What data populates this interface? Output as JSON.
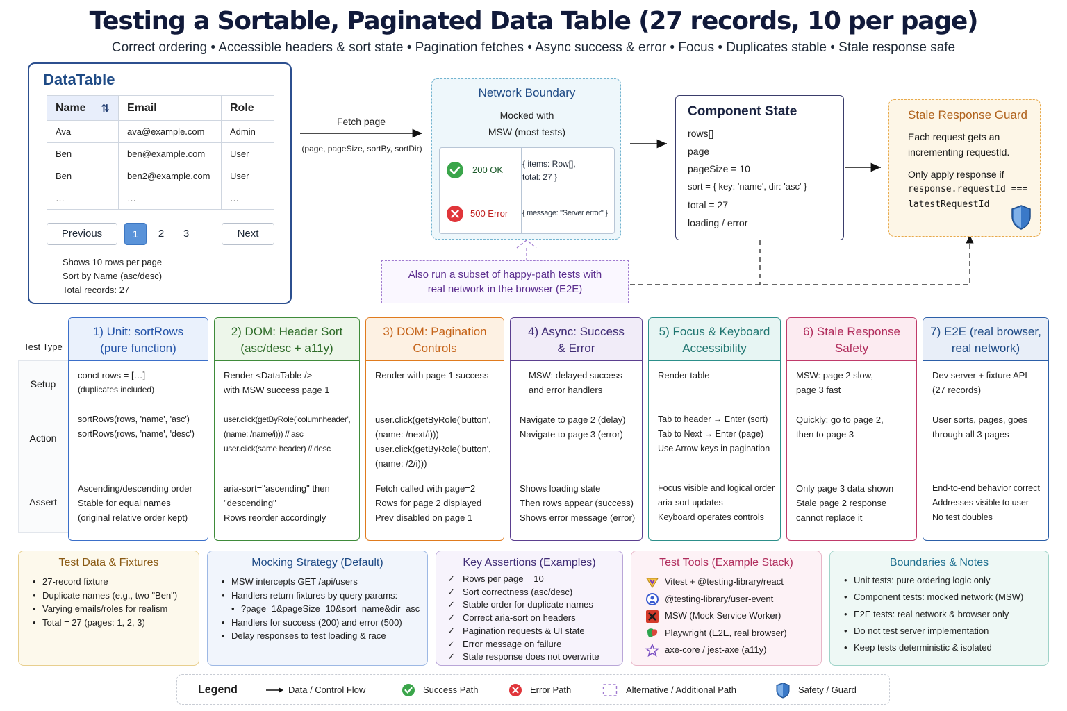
{
  "title": "Testing a Sortable, Paginated Data Table (27 records, 10 per page)",
  "subtitle": "Correct ordering • Accessible headers & sort state • Pagination fetches • Async success & error • Focus • Duplicates stable • Stale response safe",
  "datatable": {
    "title": "DataTable",
    "headers": [
      "Name",
      "Email",
      "Role"
    ],
    "rows": [
      [
        "Ava",
        "ava@example.com",
        "Admin"
      ],
      [
        "Ben",
        "ben@example.com",
        "User"
      ],
      [
        "Ben",
        "ben2@example.com",
        "User"
      ],
      [
        "…",
        "…",
        "…"
      ]
    ],
    "pagination": {
      "prev": "Previous",
      "pages": [
        "1",
        "2",
        "3"
      ],
      "next": "Next"
    },
    "notes": [
      "Shows 10 rows per page",
      "Sort by Name (asc/desc)",
      "Total records: 27"
    ]
  },
  "fetch": {
    "label": "Fetch page",
    "params": "(page, pageSize, sortBy, sortDir)"
  },
  "network": {
    "title": "Network Boundary",
    "sub": [
      "Mocked with",
      "MSW (most tests)"
    ],
    "ok_status": "200 OK",
    "ok_body": [
      "{ items: Row[],",
      "total: 27 }"
    ],
    "err_status": "500 Error",
    "err_body": "{ message: \"Server error\" }"
  },
  "state": {
    "title": "Component State",
    "lines": [
      "rows[]",
      "page",
      "pageSize = 10",
      "sort = { key: 'name', dir: 'asc' }",
      "total = 27",
      "loading / error"
    ]
  },
  "guard": {
    "title": "Stale Response Guard",
    "p1": [
      "Each request gets an",
      "incrementing requestId."
    ],
    "p2": "Only apply response if",
    "code": [
      "response.requestId ===",
      "latestRequestId"
    ]
  },
  "e2e_note": [
    "Also run a subset of happy-path tests with",
    "real network in the browser (E2E)"
  ],
  "matrix": {
    "row_labels": [
      "Test Type",
      "Setup",
      "Action",
      "Assert"
    ],
    "columns": [
      {
        "title": [
          "1) Unit: sortRows",
          "(pure function)"
        ],
        "color": "#3b6fc9",
        "setup": [
          "conct rows = […]",
          "(duplicates included)"
        ],
        "action": [
          "sortRows(rows, 'name', 'asc')",
          "sortRows(rows, 'name', 'desc')"
        ],
        "assert": [
          "Ascending/descending order",
          "Stable for equal names",
          "(original relative order kept)"
        ]
      },
      {
        "title": [
          "2) DOM: Header Sort",
          "(asc/desc + a11y)"
        ],
        "color": "#3f8b3a",
        "setup": [
          "Render <DataTable />",
          "with MSW success page 1"
        ],
        "action": [
          "user.click(getByRole('columnheader',",
          "(name: /name/i))) // asc",
          "user.click(same header) // desc"
        ],
        "assert": [
          "aria-sort=\"ascending\" then",
          "\"descending\"",
          "Rows reorder accordingly"
        ]
      },
      {
        "title": [
          "3) DOM: Pagination",
          "Controls"
        ],
        "color": "#e07b1e",
        "setup": [
          "Render with page 1 success"
        ],
        "action": [
          "user.click(getByRole('button',",
          "(name: /next/i)))",
          "user.click(getByRole('button',",
          "(name: /2/i)))"
        ],
        "assert": [
          "Fetch called with page=2",
          "Rows for page 2 displayed",
          "Prev disabled on page 1"
        ]
      },
      {
        "title": [
          "4) Async: Success",
          "& Error"
        ],
        "color": "#5b3f8f",
        "setup": [
          "MSW: delayed success",
          "and error handlers"
        ],
        "action": [
          "Navigate to page 2 (delay)",
          "Navigate to page 3 (error)"
        ],
        "assert": [
          "Shows loading state",
          "Then rows appear (success)",
          "Shows error message (error)"
        ]
      },
      {
        "title": [
          "5) Focus & Keyboard",
          "Accessibility"
        ],
        "color": "#2c8f8a",
        "setup": [
          "Render table"
        ],
        "action": [
          "Tab to header → Enter (sort)",
          "Tab to Next → Enter (page)",
          "Use Arrow keys in pagination"
        ],
        "assert": [
          "Focus visible and logical order",
          "aria-sort updates",
          "Keyboard operates controls"
        ]
      },
      {
        "title": [
          "6) Stale Response",
          "Safety"
        ],
        "color": "#c03a6a",
        "setup": [
          "MSW: page 2 slow,",
          "page 3 fast"
        ],
        "action": [
          "Quickly: go to page 2,",
          "then to page 3"
        ],
        "assert": [
          "Only page 3 data shown",
          "Stale page 2 response",
          "cannot replace it"
        ]
      },
      {
        "title": [
          "7) E2E (real browser,",
          "real network)"
        ],
        "color": "#2c5fa8",
        "setup": [
          "Dev server + fixture API",
          "(27 records)"
        ],
        "action": [
          "User sorts, pages, goes",
          "through all 3 pages"
        ],
        "assert": [
          "End-to-end behavior correct",
          "Addresses visible to user",
          "No test doubles"
        ]
      }
    ]
  },
  "panels": {
    "fixtures": {
      "title": "Test Data & Fixtures",
      "items": [
        "27-record fixture",
        "Duplicate names (e.g., two \"Ben\")",
        "Varying emails/roles for realism",
        "Total = 27 (pages: 1, 2, 3)"
      ]
    },
    "mocking": {
      "title": "Mocking Strategy (Default)",
      "items": [
        "MSW intercepts GET /api/users",
        "Handlers return fixtures by query params:",
        "?page=1&pageSize=10&sort=name&dir=asc",
        "Handlers for success (200) and error (500)",
        "Delay responses to test loading & race"
      ]
    },
    "assertions": {
      "title": "Key Assertions (Examples)",
      "items": [
        "Rows per page = 10",
        "Sort correctness (asc/desc)",
        "Stable order for duplicate names",
        "Correct aria-sort on headers",
        "Pagination requests & UI state",
        "Error message on failure",
        "Stale response does not overwrite"
      ]
    },
    "tools": {
      "title": "Test Tools (Example Stack)",
      "items": [
        "Vitest + @testing-library/react",
        "@testing-library/user-event",
        "MSW (Mock Service Worker)",
        "Playwright (E2E, real browser)",
        "axe-core / jest-axe (a11y)"
      ]
    },
    "boundaries": {
      "title": "Boundaries & Notes",
      "items": [
        "Unit tests: pure ordering logic only",
        "Component tests: mocked network (MSW)",
        "E2E tests: real network & browser only",
        "Do not test server implementation",
        "Keep tests deterministic & isolated"
      ]
    }
  },
  "legend": {
    "title": "Legend",
    "items": [
      "Data / Control Flow",
      "Success Path",
      "Error Path",
      "Alternative / Additional Path",
      "Safety / Guard"
    ]
  }
}
